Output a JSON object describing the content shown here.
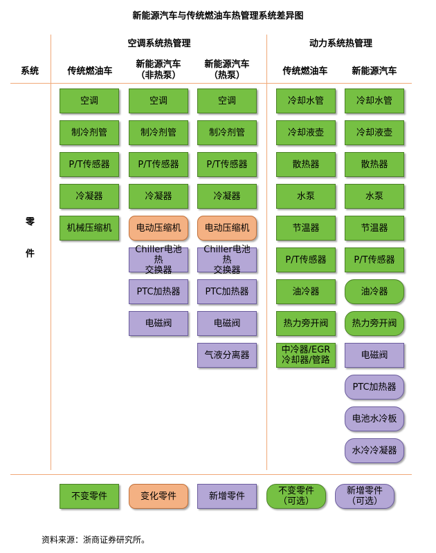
{
  "title": "新能源汽车与传统燃油车热管理系统差异图",
  "headers": {
    "system": "系统",
    "ac_group": "空调系统热管理",
    "power_group": "动力系统热管理",
    "ac_col1": "传统燃油车",
    "ac_col2": "新能源汽车\n（非热泵）",
    "ac_col3": "新能源汽车\n（热泵）",
    "pw_col1": "传统燃油车",
    "pw_col2": "新能源汽车"
  },
  "row_label_top": "零",
  "row_label_bottom": "件",
  "columns": [
    {
      "items": [
        {
          "label": "空调",
          "kind": "unchanged"
        },
        {
          "label": "制冷剂管",
          "kind": "unchanged"
        },
        {
          "label": "P/T传感器",
          "kind": "unchanged"
        },
        {
          "label": "冷凝器",
          "kind": "unchanged"
        },
        {
          "label": "机械压缩机",
          "kind": "unchanged"
        }
      ]
    },
    {
      "items": [
        {
          "label": "空调",
          "kind": "unchanged"
        },
        {
          "label": "制冷剂管",
          "kind": "unchanged"
        },
        {
          "label": "P/T传感器",
          "kind": "unchanged"
        },
        {
          "label": "冷凝器",
          "kind": "unchanged"
        },
        {
          "label": "电动压缩机",
          "kind": "changed"
        },
        {
          "label": "Chiller电池热\n交换器",
          "kind": "new"
        },
        {
          "label": "PTC加热器",
          "kind": "new"
        },
        {
          "label": "电磁阀",
          "kind": "new"
        }
      ]
    },
    {
      "items": [
        {
          "label": "空调",
          "kind": "unchanged"
        },
        {
          "label": "制冷剂管",
          "kind": "unchanged"
        },
        {
          "label": "P/T传感器",
          "kind": "unchanged"
        },
        {
          "label": "冷凝器",
          "kind": "unchanged"
        },
        {
          "label": "电动压缩机",
          "kind": "changed"
        },
        {
          "label": "Chiller电池热\n交换器",
          "kind": "new"
        },
        {
          "label": "PTC加热器",
          "kind": "new"
        },
        {
          "label": "电磁阀",
          "kind": "new"
        },
        {
          "label": "气液分离器",
          "kind": "new"
        }
      ]
    },
    {
      "items": [
        {
          "label": "冷却水管",
          "kind": "unchanged"
        },
        {
          "label": "冷却液壶",
          "kind": "unchanged"
        },
        {
          "label": "散热器",
          "kind": "unchanged"
        },
        {
          "label": "水泵",
          "kind": "unchanged"
        },
        {
          "label": "节温器",
          "kind": "unchanged"
        },
        {
          "label": "P/T传感器",
          "kind": "unchanged"
        },
        {
          "label": "油冷器",
          "kind": "unchanged"
        },
        {
          "label": "热力旁开阀",
          "kind": "unchanged"
        },
        {
          "label": "中冷器/EGR\n冷却器/管路",
          "kind": "unchanged"
        }
      ]
    },
    {
      "items": [
        {
          "label": "冷却水管",
          "kind": "unchanged"
        },
        {
          "label": "冷却液壶",
          "kind": "unchanged"
        },
        {
          "label": "散热器",
          "kind": "unchanged"
        },
        {
          "label": "水泵",
          "kind": "unchanged"
        },
        {
          "label": "节温器",
          "kind": "unchanged"
        },
        {
          "label": "P/T传感器",
          "kind": "unchanged"
        },
        {
          "label": "油冷器",
          "kind": "unchanged_optional"
        },
        {
          "label": "热力旁开阀",
          "kind": "unchanged_optional"
        },
        {
          "label": "电磁阀",
          "kind": "new"
        },
        {
          "label": "PTC加热器",
          "kind": "new_optional"
        },
        {
          "label": "电池水冷板",
          "kind": "new_optional"
        },
        {
          "label": "水冷冷凝器",
          "kind": "new_optional"
        }
      ]
    }
  ],
  "legend": [
    {
      "label": "不变零件",
      "kind": "unchanged"
    },
    {
      "label": "变化零件",
      "kind": "changed"
    },
    {
      "label": "新增零件",
      "kind": "new"
    },
    {
      "label": "不变零件\n（可选）",
      "kind": "unchanged_optional"
    },
    {
      "label": "新增零件\n（可选）",
      "kind": "new_optional"
    }
  ],
  "source": "资料来源：浙商证券研究所。",
  "colors": {
    "unchanged": "#76c043",
    "changed": "#f4b183",
    "new": "#b4a7d6",
    "divider": "#f0a877"
  }
}
